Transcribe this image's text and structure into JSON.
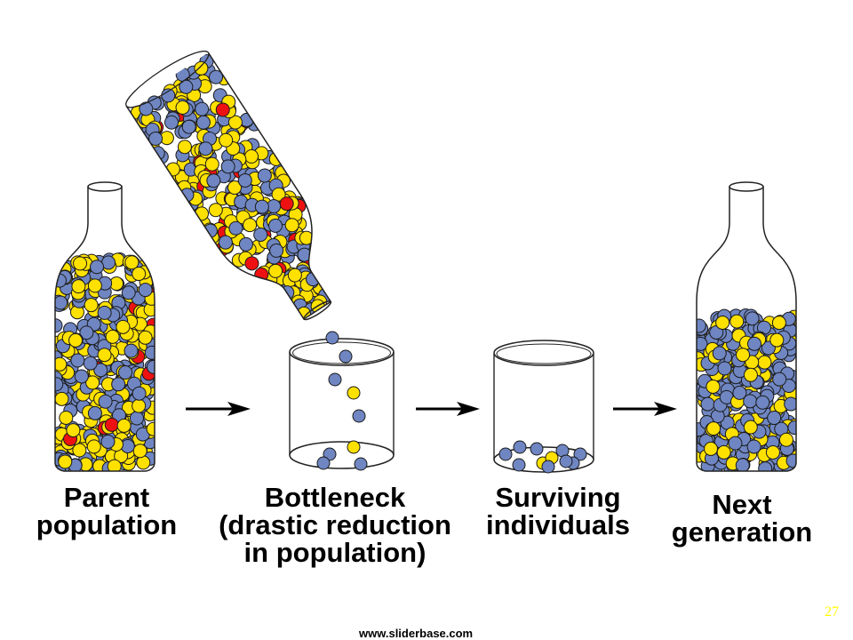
{
  "slide": {
    "page_number": "27",
    "footer_url": "www.sliderbase.com"
  },
  "colors": {
    "allele_blue": "#6f86c2",
    "allele_yellow": "#ffe100",
    "allele_red": "#ee1111",
    "outline": "#1a1a1a",
    "page_number": "#ffff00"
  },
  "stages": [
    {
      "id": "parent",
      "lines": [
        "Parent",
        "population"
      ]
    },
    {
      "id": "bottleneck",
      "lines": [
        "Bottleneck",
        "(drastic reduction",
        "in population)"
      ]
    },
    {
      "id": "surviving",
      "lines": [
        "Surviving",
        "individuals"
      ]
    },
    {
      "id": "next",
      "lines": [
        "Next",
        "generation"
      ]
    }
  ],
  "arrows": [
    {
      "from": "parent",
      "to": "bottleneck",
      "icon": "right-arrow-icon"
    },
    {
      "from": "bottleneck",
      "to": "surviving",
      "icon": "right-arrow-icon"
    },
    {
      "from": "surviving",
      "to": "next",
      "icon": "right-arrow-icon"
    }
  ],
  "populations": {
    "parent": {
      "blue": 0.45,
      "yellow": 0.5,
      "red": 0.05
    },
    "pouring": {
      "blue": 0.45,
      "yellow": 0.5,
      "red": 0.05
    },
    "bottleneck_balls": [
      "blue",
      "blue",
      "blue",
      "yellow",
      "blue",
      "yellow",
      "blue",
      "blue",
      "blue"
    ],
    "surviving_balls": [
      "blue",
      "blue",
      "blue",
      "blue",
      "blue",
      "blue",
      "yellow",
      "yellow",
      "blue",
      "blue",
      "blue"
    ],
    "next": {
      "blue": 0.7,
      "yellow": 0.3,
      "red": 0
    }
  }
}
